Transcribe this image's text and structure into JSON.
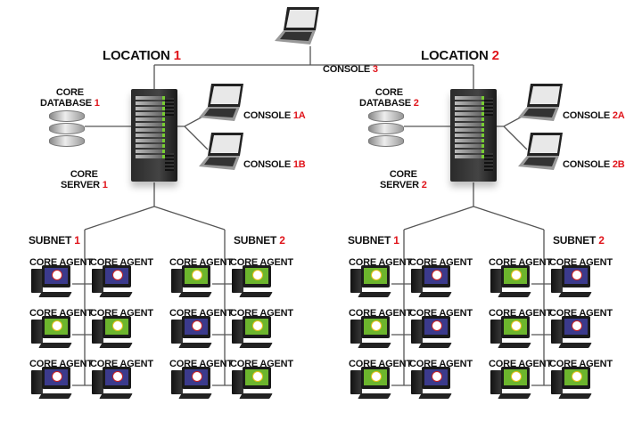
{
  "colors": {
    "number_red": "#e0141b",
    "screen_purple": "#3b3a8c",
    "screen_green": "#6cb52d",
    "line": "#555555"
  },
  "console_top": {
    "label": "CONSOLE",
    "number": "3",
    "icon": "laptop-icon"
  },
  "locations": [
    {
      "label": "LOCATION",
      "number": "1",
      "database": {
        "line1": "CORE",
        "line2": "DATABASE",
        "number": "1",
        "icon": "database-icon"
      },
      "server": {
        "line1": "CORE",
        "line2": "SERVER",
        "number": "1",
        "icon": "server-icon"
      },
      "consoles": [
        {
          "label": "CONSOLE",
          "number": "1A"
        },
        {
          "label": "CONSOLE",
          "number": "1B"
        }
      ],
      "subnets": [
        {
          "label": "SUBNET",
          "number": "1",
          "agent_label": "CORE AGENT",
          "screens": [
            [
              "purple",
              "purple"
            ],
            [
              "green",
              "green"
            ],
            [
              "purple",
              "purple"
            ]
          ]
        },
        {
          "label": "SUBNET",
          "number": "2",
          "agent_label": "CORE AGENT",
          "screens": [
            [
              "green",
              "green"
            ],
            [
              "purple",
              "green"
            ],
            [
              "purple",
              "green"
            ]
          ]
        }
      ]
    },
    {
      "label": "LOCATION",
      "number": "2",
      "database": {
        "line1": "CORE",
        "line2": "DATABASE",
        "number": "2",
        "icon": "database-icon"
      },
      "server": {
        "line1": "CORE",
        "line2": "SERVER",
        "number": "2",
        "icon": "server-icon"
      },
      "consoles": [
        {
          "label": "CONSOLE",
          "number": "2A"
        },
        {
          "label": "CONSOLE",
          "number": "2B"
        }
      ],
      "subnets": [
        {
          "label": "SUBNET",
          "number": "1",
          "agent_label": "CORE AGENT",
          "screens": [
            [
              "green",
              "purple"
            ],
            [
              "green",
              "purple"
            ],
            [
              "green",
              "purple"
            ]
          ]
        },
        {
          "label": "SUBNET",
          "number": "2",
          "agent_label": "CORE AGENT",
          "screens": [
            [
              "green",
              "purple"
            ],
            [
              "green",
              "purple"
            ],
            [
              "green",
              "green"
            ]
          ]
        }
      ]
    }
  ]
}
